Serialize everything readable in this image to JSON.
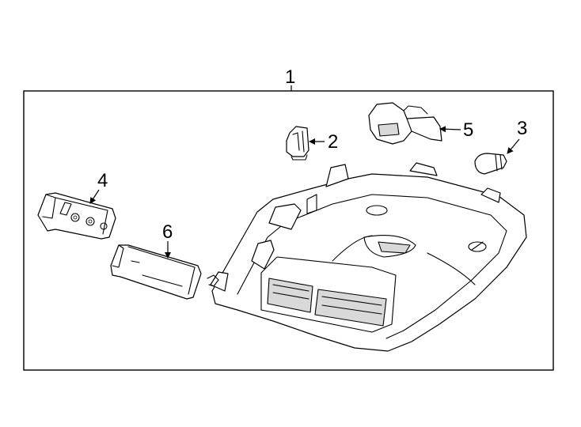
{
  "callouts": {
    "c1": "1",
    "c2": "2",
    "c3": "3",
    "c4": "4",
    "c5": "5",
    "c6": "6"
  },
  "colors": {
    "line": "#000000",
    "fill": "#ffffff",
    "shade": "#d9d9d9"
  }
}
